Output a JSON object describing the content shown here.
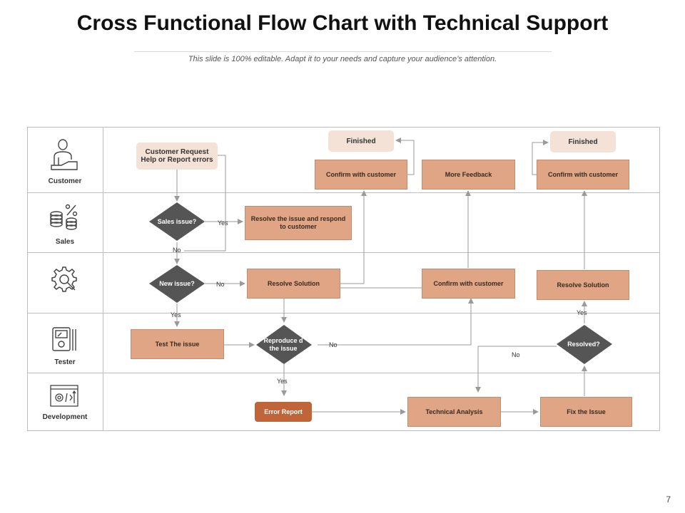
{
  "header": {
    "title": "Cross Functional Flow Chart with Technical Support",
    "subtitle": "This slide is 100% editable. Adapt it to your needs and capture your audience’s attention."
  },
  "lanes": [
    {
      "label": "Customer",
      "icon": "customer-icon"
    },
    {
      "label": "Sales",
      "icon": "coins-percent-icon"
    },
    {
      "label": "",
      "icon": "gear-wrench-icon"
    },
    {
      "label": "Tester",
      "icon": "multimeter-icon"
    },
    {
      "label": "Development",
      "icon": "code-window-icon"
    }
  ],
  "nodes": {
    "customer_request": "Customer Request Help or Report errors",
    "finished_1": "Finished",
    "finished_2": "Finished",
    "confirm_customer_1": "Confirm with customer",
    "more_feedback": "More Feedback",
    "confirm_customer_2": "Confirm with customer",
    "sales_issue": "Sales issue?",
    "resolve_respond": "Resolve the issue and respond to customer",
    "new_issue": "New issue?",
    "resolve_solution_1": "Resolve Solution",
    "confirm_customer_3": "Confirm with customer",
    "resolve_solution_2": "Resolve Solution",
    "test_issue": "Test The issue",
    "reproduce_issue": "Reproduce d the issue",
    "resolved": "Resolved?",
    "error_report": "Error Report",
    "technical_analysis": "Technical Analysis",
    "fix_issue": "Fix the Issue"
  },
  "edge_labels": {
    "sales_yes": "Yes",
    "sales_no": "No",
    "new_no": "No",
    "new_yes": "Yes",
    "reproduce_no": "No",
    "reproduce_yes": "Yes",
    "resolved_yes": "Yes",
    "resolved_no": "No"
  },
  "colors": {
    "box_fill": "#dfa585",
    "light_fill": "#f5e2d7",
    "dark_box_fill": "#c0643a",
    "diamond_fill": "#555555",
    "line": "#9a9a9a"
  },
  "page_number": "7"
}
